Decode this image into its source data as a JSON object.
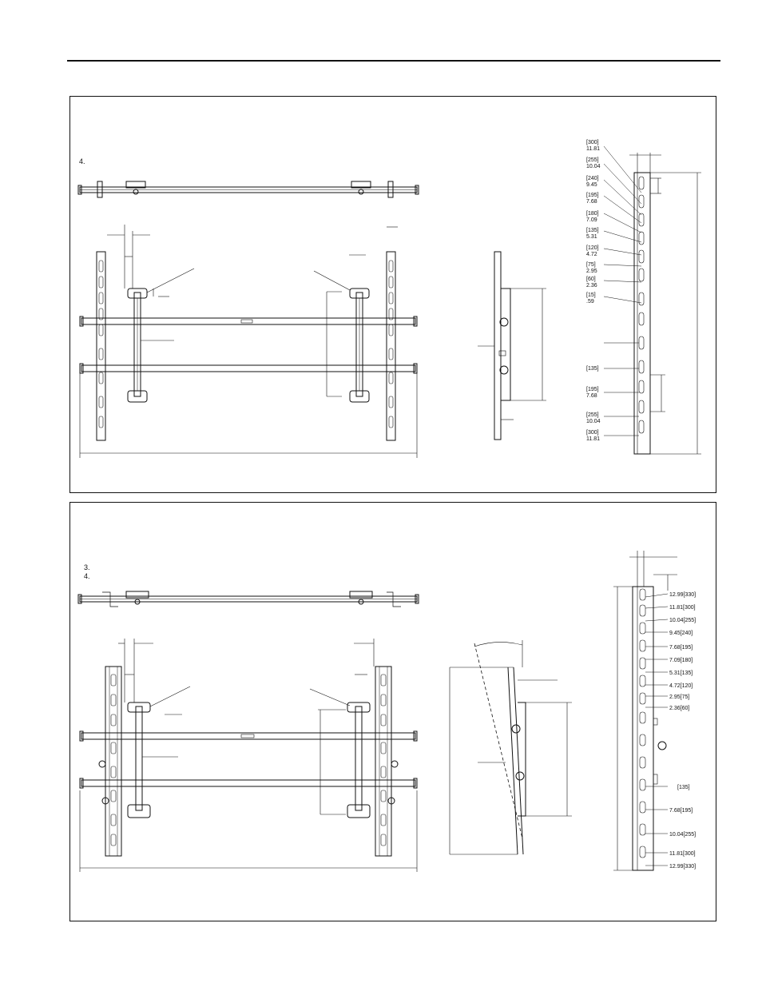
{
  "page": {
    "header_rule": true
  },
  "panel_top": {
    "step_numbers": [
      "4."
    ],
    "side_labels": [
      [
        "[300]",
        "11.81"
      ],
      [
        "[255]",
        "10.04"
      ],
      [
        "[240]",
        "9.45"
      ],
      [
        "[195]",
        "7.68"
      ],
      [
        "[180]",
        "7.09"
      ],
      [
        "[135]",
        "5.31"
      ],
      [
        "[120]",
        "4.72"
      ],
      [
        "[75]",
        "2.95"
      ],
      [
        "[60]",
        "2.36"
      ],
      [
        "[15]",
        ".59"
      ],
      [
        "[135]",
        ""
      ],
      [
        "[195]",
        "7.68"
      ],
      [
        "[255]",
        "10.04"
      ],
      [
        "[300]",
        "11.81"
      ]
    ]
  },
  "panel_bottom": {
    "step_numbers": [
      "3.",
      "4."
    ],
    "side_labels": [
      "12.99[330]",
      "11.81[300]",
      "10.04[255]",
      "9.45[240]",
      "7.68[195]",
      "7.09[180]",
      "5.31[135]",
      "4.72[120]",
      "2.95[75]",
      "2.36[60]",
      "[135]",
      "7.68[195]",
      "10.04[255]",
      "11.81[300]",
      "12.99[330]"
    ]
  }
}
